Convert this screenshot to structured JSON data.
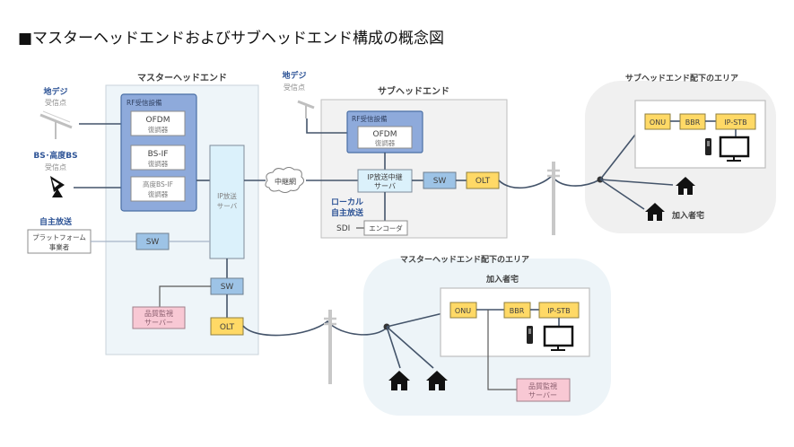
{
  "title": "■マスターヘッドエンドおよびサブヘッドエンド構成の概念図",
  "inputs": {
    "terrestrial": {
      "label": "地デジ",
      "sublabel": "受信点",
      "icon": "antenna-icon"
    },
    "bs": {
      "label": "BS･高度BS",
      "sublabel": "受信点",
      "icon": "satellite-dish-icon"
    },
    "independent": {
      "label": "自主放送",
      "box": "プラットフォーム事業者",
      "box_line1": "プラットフォーム",
      "box_line2": "事業者"
    }
  },
  "master_headend": {
    "label": "マスターヘッドエンド",
    "rf_group": {
      "label": "RF受信設備",
      "items": [
        {
          "line1": "OFDM",
          "line2": "復調器"
        },
        {
          "line1": "BS-IF",
          "line2": "復調器"
        },
        {
          "line1": "高度BS-IF",
          "line2": "復調器"
        }
      ]
    },
    "ip_server": {
      "line1": "IP放送",
      "line2": "サーバ"
    },
    "sw_upper": "SW",
    "sw_lower": "SW",
    "monitor": {
      "line1": "品質監視",
      "line2": "サーバー"
    },
    "olt": "OLT"
  },
  "relay_network": "中継網",
  "sub_headend": {
    "label": "サブヘッドエンド",
    "input": {
      "label": "地デジ",
      "sublabel": "受信点"
    },
    "rf_group": {
      "label": "RF受信設備",
      "item": {
        "line1": "OFDM",
        "line2": "復調器"
      }
    },
    "relay_server": {
      "line1": "IP放送中継",
      "line2": "サーバ"
    },
    "sw": "SW",
    "olt": "OLT",
    "local": {
      "line1": "ローカル",
      "line2": "自主放送"
    },
    "sdi": "SDI",
    "encoder": "エンコーダ"
  },
  "sub_area": {
    "label": "サブヘッドエンド配下のエリア",
    "devices": [
      "ONU",
      "BBR",
      "IP-STB"
    ],
    "subscriber_label": "加入者宅"
  },
  "master_area": {
    "label": "マスターヘッドエンド配下のエリア",
    "subscriber_label": "加入者宅",
    "devices": [
      "ONU",
      "BBR",
      "IP-STB"
    ],
    "monitor": {
      "line1": "品質監視",
      "line2": "サーバー"
    }
  },
  "colors": {
    "rf_group": "#8eaadb",
    "ip_server": "#dbeefb",
    "sw": "#9dc3e6",
    "olt": "#ffd966",
    "monitor": "#f8c8d4",
    "master_bg": "#eef5f9",
    "sub_bg": "#f2f2f2",
    "label_blue": "#2f5597"
  }
}
